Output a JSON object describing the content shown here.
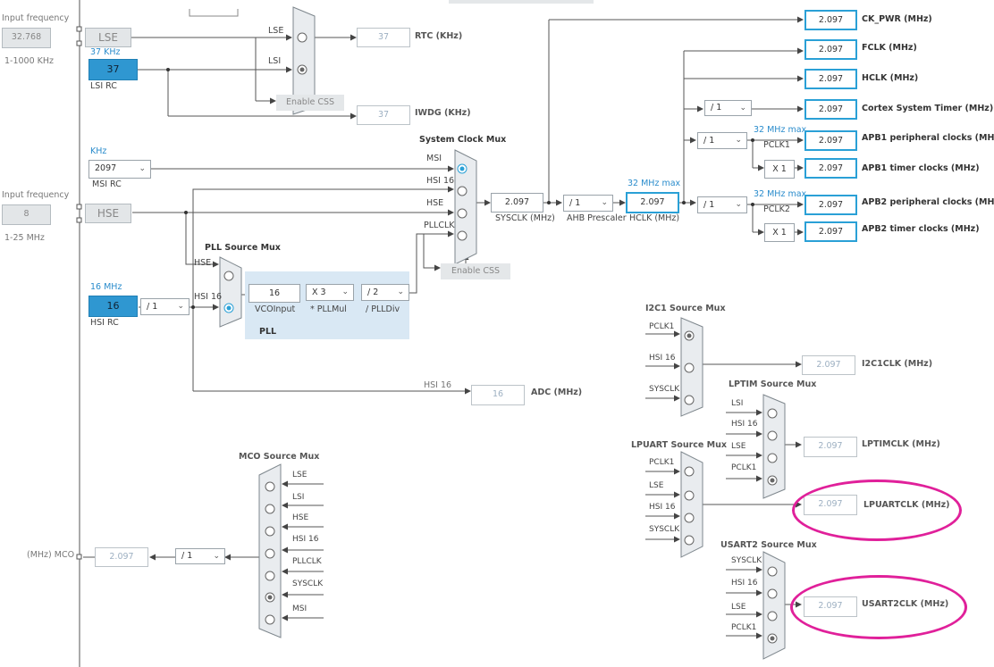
{
  "left_panel": {
    "lse_input_label": "Input frequency",
    "lse_input_value": "32.768",
    "lse_range": "1-1000 KHz",
    "hse_input_label": "Input frequency",
    "hse_input_value": "8",
    "hse_range": "1-25 MHz"
  },
  "sources": {
    "lse": "LSE",
    "lsi_freq": "37 KHz",
    "lsi_value": "37",
    "lsi_name": "LSI RC",
    "msi_unit": "KHz",
    "msi_value": "2097",
    "msi_name": "MSI RC",
    "hse": "HSE",
    "hsi_freq": "16 MHz",
    "hsi_value": "16",
    "hsi_name": "HSI RC",
    "hsi_div": "/ 1"
  },
  "rtc": {
    "in_lse": "LSE",
    "in_lsi": "LSI",
    "enable_css": "Enable CSS",
    "rtc_value": "37",
    "rtc_label": "RTC (KHz)",
    "iwdg_value": "37",
    "iwdg_label": "IWDG (KHz)"
  },
  "sysclk_mux": {
    "title": "System Clock Mux",
    "msi": "MSI",
    "hsi16": "HSI 16",
    "hse": "HSE",
    "pllclk": "PLLCLK",
    "enable_css": "Enable CSS",
    "sysclk_value": "2.097",
    "sysclk_label": "SYSCLK (MHz)",
    "ahb_div": "/ 1",
    "ahb_label": "AHB Prescaler",
    "hclk_max": "32 MHz max",
    "hclk_value": "2.097",
    "hclk_label": "HCLK (MHz)"
  },
  "pll": {
    "mux_title": "PLL Source Mux",
    "hse": "HSE",
    "hsi16": "HSI 16",
    "vco_value": "16",
    "vco_label": "VCOInput",
    "mul_value": "X 3",
    "mul_label": "* PLLMul",
    "div_value": "/ 2",
    "div_label": "/ PLLDiv",
    "title": "PLL"
  },
  "adc": {
    "in": "HSI 16",
    "value": "16",
    "label": "ADC (MHz)"
  },
  "outputs": {
    "ck_pwr_value": "2.097",
    "ck_pwr_label": "CK_PWR (MHz)",
    "fclk_value": "2.097",
    "fclk_label": "FCLK (MHz)",
    "hclk_value": "2.097",
    "hclk_label": "HCLK (MHz)",
    "systick_div": "/ 1",
    "systick_value": "2.097",
    "systick_label": "Cortex System Timer (MHz)",
    "apb1_div": "/ 1",
    "apb1_max": "32 MHz max",
    "pclk1": "PCLK1",
    "apb1_periph_value": "2.097",
    "apb1_periph_label": "APB1 peripheral clocks (MH",
    "apb1_timer_mul": "X 1",
    "apb1_timer_value": "2.097",
    "apb1_timer_label": "APB1 timer clocks (MHz)",
    "apb2_div": "/ 1",
    "apb2_max": "32 MHz max",
    "pclk2": "PCLK2",
    "apb2_periph_value": "2.097",
    "apb2_periph_label": "APB2 peripheral clocks (MH",
    "apb2_timer_mul": "X 1",
    "apb2_timer_value": "2.097",
    "apb2_timer_label": "APB2 timer clocks (MHz)"
  },
  "i2c1": {
    "title": "I2C1 Source Mux",
    "in1": "PCLK1",
    "in2": "HSI 16",
    "in3": "SYSCLK",
    "value": "2.097",
    "label": "I2C1CLK (MHz)"
  },
  "lptim": {
    "title": "LPTIM Source Mux",
    "in1": "LSI",
    "in2": "HSI 16",
    "in3": "LSE",
    "in4": "PCLK1",
    "value": "2.097",
    "label": "LPTIMCLK (MHz)"
  },
  "lpuart": {
    "title": "LPUART Source Mux",
    "in1": "PCLK1",
    "in2": "LSE",
    "in3": "HSI 16",
    "in4": "SYSCLK",
    "value": "2.097",
    "label": "LPUARTCLK (MHz)"
  },
  "usart2": {
    "title": "USART2 Source Mux",
    "in1": "SYSCLK",
    "in2": "HSI 16",
    "in3": "LSE",
    "in4": "PCLK1",
    "value": "2.097",
    "label": "USART2CLK (MHz)"
  },
  "mco": {
    "title": "MCO Source Mux",
    "in1": "LSE",
    "in2": "LSI",
    "in3": "HSE",
    "in4": "HSI 16",
    "in5": "PLLCLK",
    "in6": "SYSCLK",
    "in7": "MSI",
    "div": "/ 1",
    "value": "2.097",
    "label": "(MHz) MCO"
  },
  "colors": {
    "accent": "#2aa0d6",
    "highlight": "#e0209a",
    "source_fill": "#2f97d1"
  }
}
